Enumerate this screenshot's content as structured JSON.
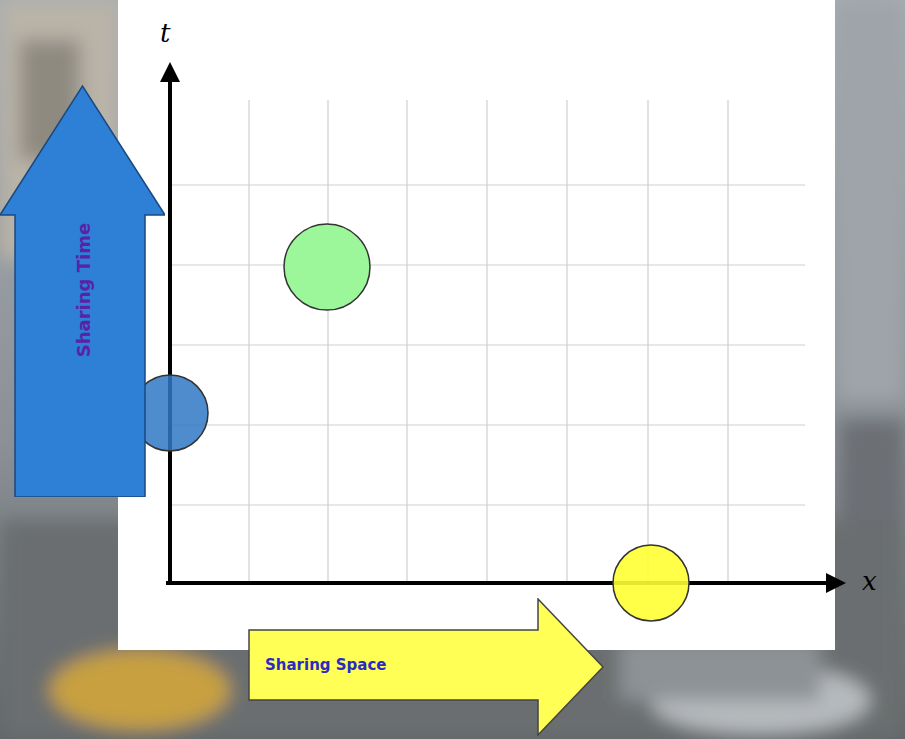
{
  "diagram": {
    "nodes": [
      {
        "text": [
          "Sharing Time"
        ]
      },
      {
        "text": [
          "Sharing Space"
        ]
      }
    ],
    "labels": [
      "t",
      "x"
    ]
  }
}
